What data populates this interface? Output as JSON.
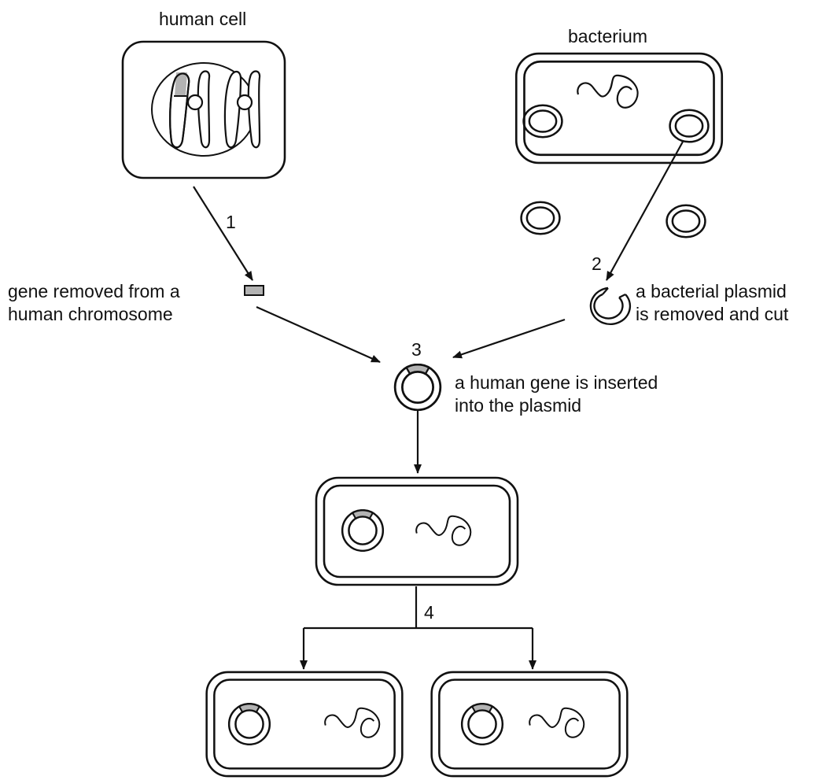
{
  "labels": {
    "human_cell": "human cell",
    "bacterium": "bacterium",
    "gene_removed": [
      "gene removed from a",
      "human chromosome"
    ],
    "plasmid_removed": [
      "a bacterial plasmid",
      "is removed and cut"
    ],
    "gene_inserted": [
      "a human gene is inserted",
      "into the plasmid"
    ]
  },
  "steps": [
    "1",
    "2",
    "3",
    "4"
  ],
  "colors": {
    "ink": "#111111",
    "gene_fill": "#b3b3b3",
    "background": "#ffffff"
  }
}
